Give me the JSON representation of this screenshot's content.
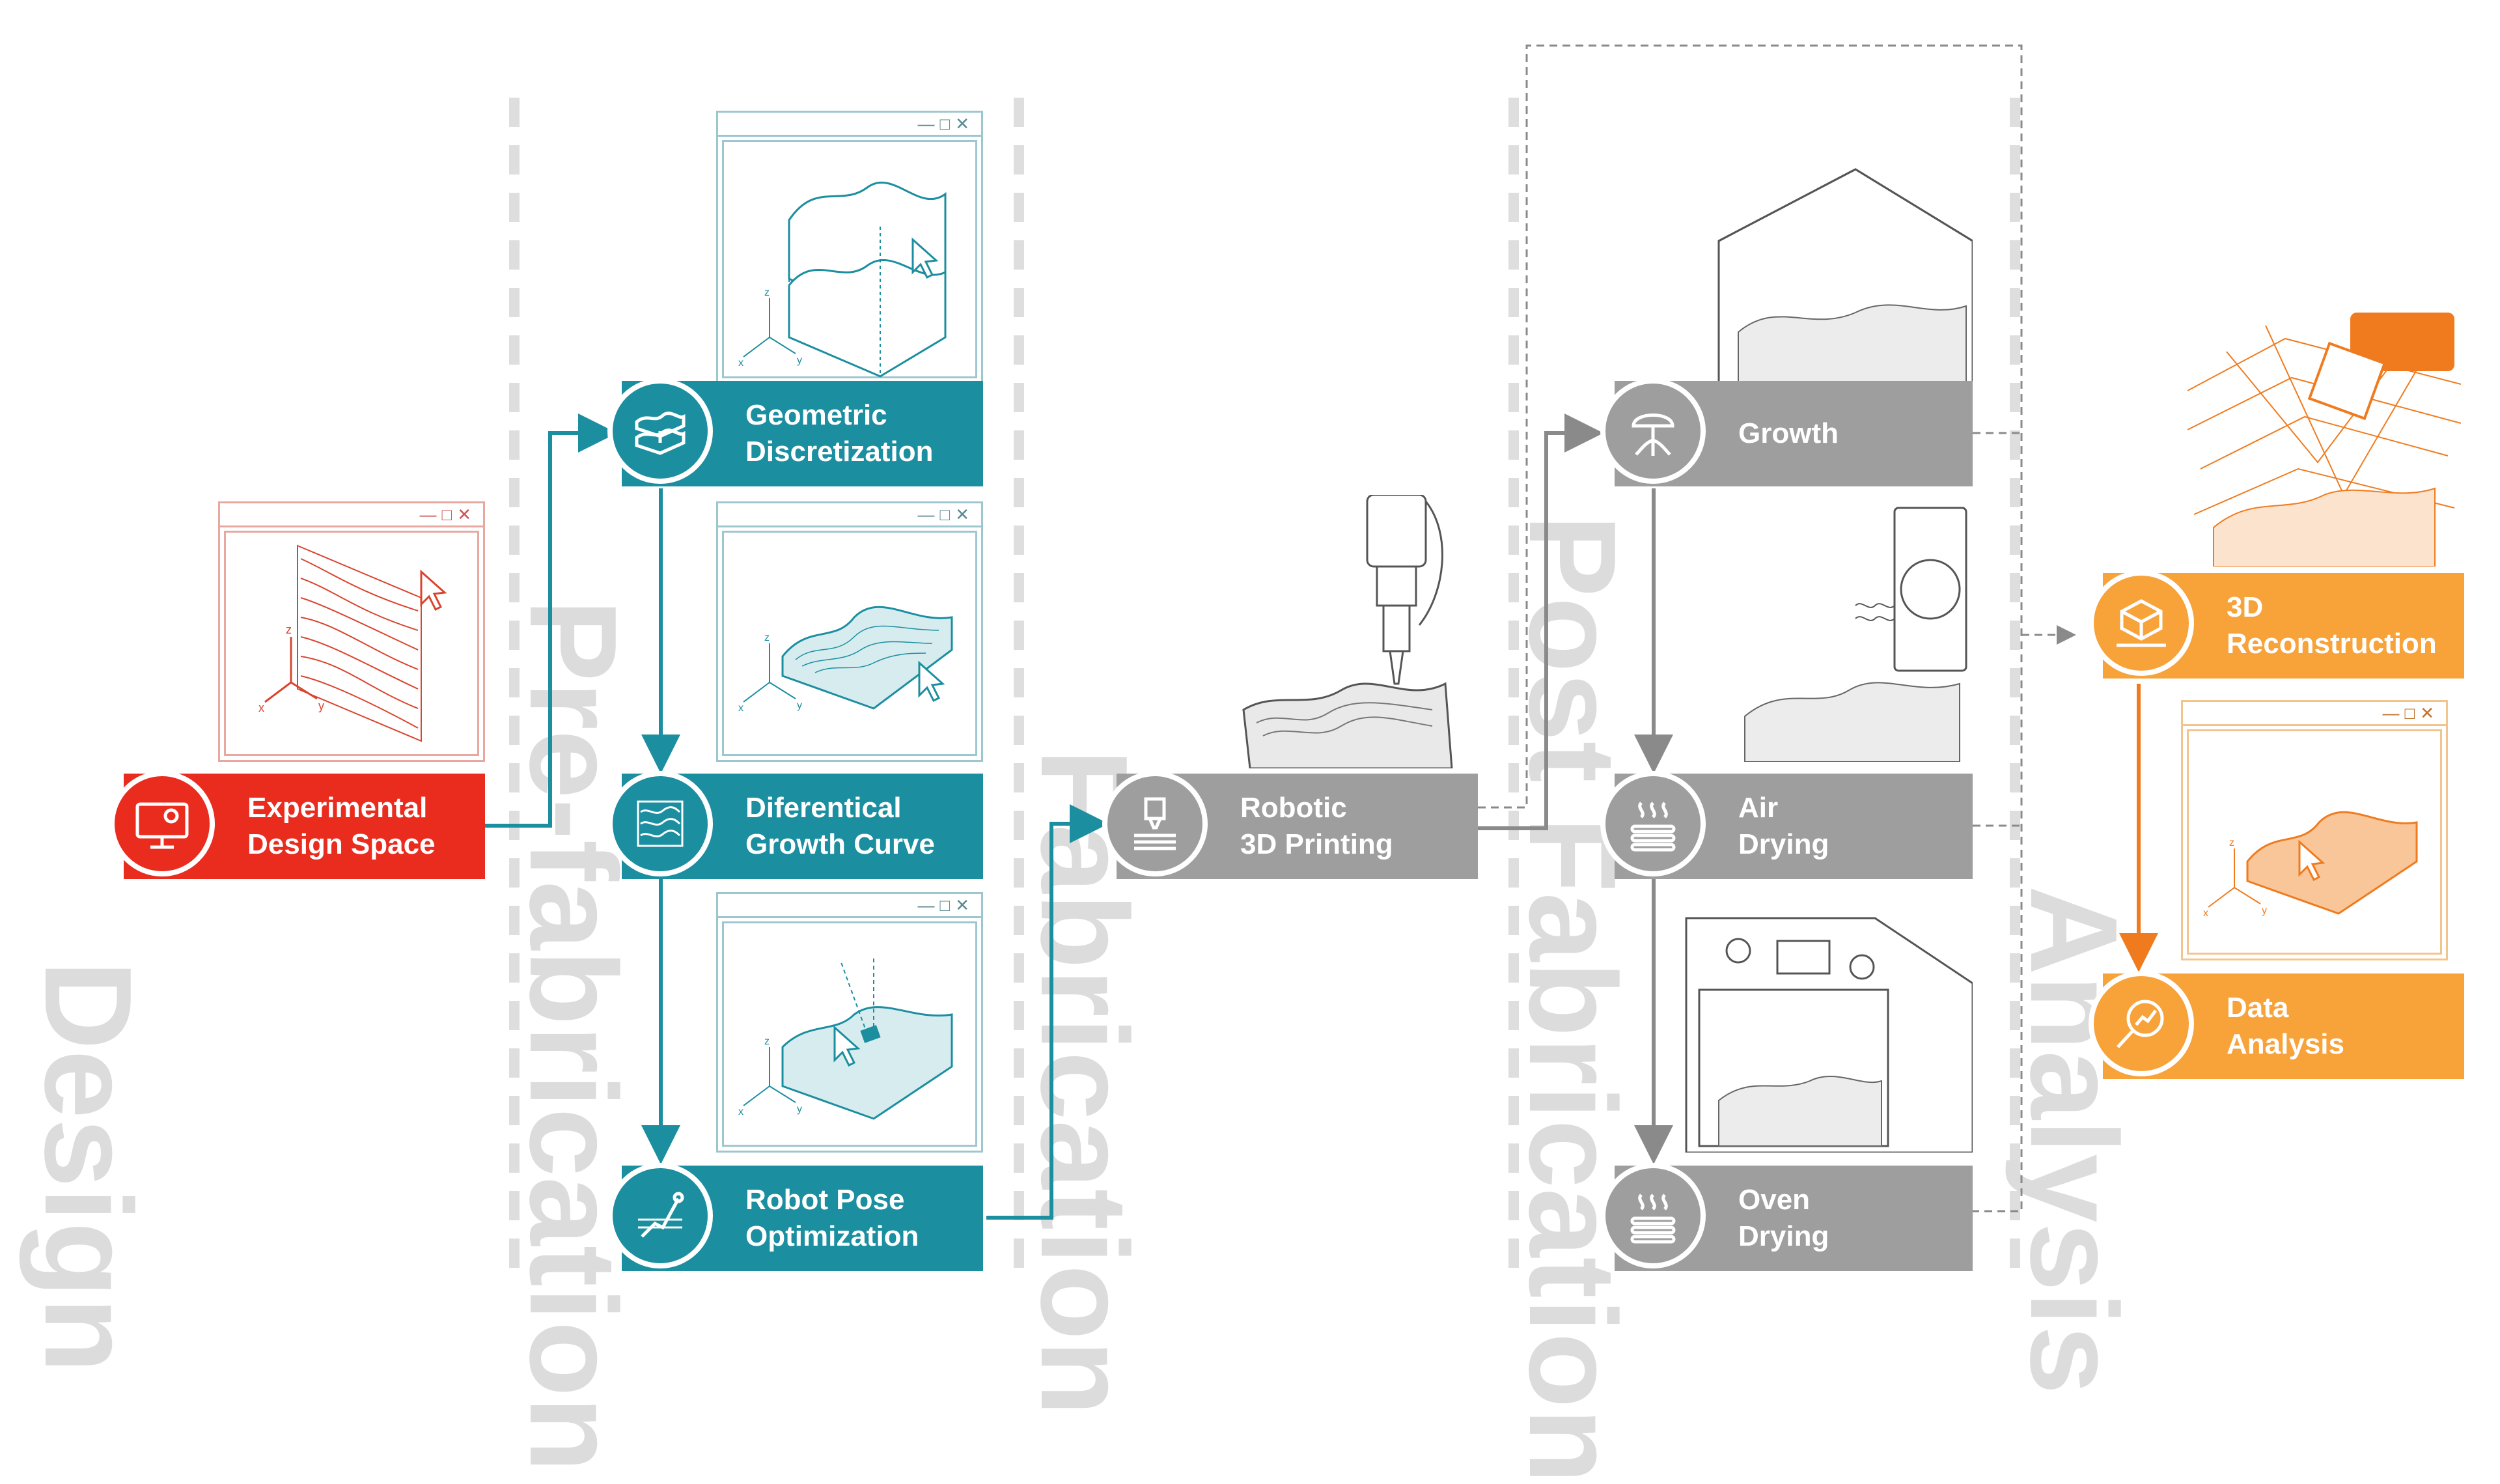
{
  "phases": {
    "design": "Design",
    "prefabrication": "Pre-fabrication",
    "fabrication": "Fabrication",
    "post_fabrication": "Post Fabrication",
    "analysis": "Analysis"
  },
  "steps": {
    "experimental_design_space": "Experimental\nDesign Space",
    "geometric_discretization": "Geometric\nDiscretization",
    "differential_growth_curve": "Diferentical\nGrowth Curve",
    "robot_pose_optimization": "Robot Pose\nOptimization",
    "robotic_3d_printing": "Robotic\n3D Printing",
    "growth": "Growth",
    "air_drying": "Air\nDrying",
    "oven_drying": "Oven\nDrying",
    "reconstruction_3d": "3D\nReconstruction",
    "data_analysis": "Data\nAnalysis"
  },
  "window_controls": "—□✕",
  "axis_labels": {
    "x": "x",
    "y": "y",
    "z": "z"
  },
  "colors": {
    "design_red": "#ea2c1e",
    "prefab_teal": "#1b8ea0",
    "fab_grey": "#9e9e9e",
    "analysis_orange": "#f8a23a",
    "phase_label_grey": "#dcdcdc"
  },
  "icons": {
    "experimental_design_space": "monitor-gear-icon",
    "geometric_discretization": "layered-terrain-icon",
    "differential_growth_curve": "pattern-square-icon",
    "robot_pose_optimization": "robot-arm-icon",
    "robotic_3d_printing": "printer-nozzle-icon",
    "growth": "mushroom-root-icon",
    "air_drying": "heat-waves-icon",
    "oven_drying": "heat-waves-icon",
    "reconstruction_3d": "scan-box-icon",
    "data_analysis": "magnifier-chart-icon"
  }
}
